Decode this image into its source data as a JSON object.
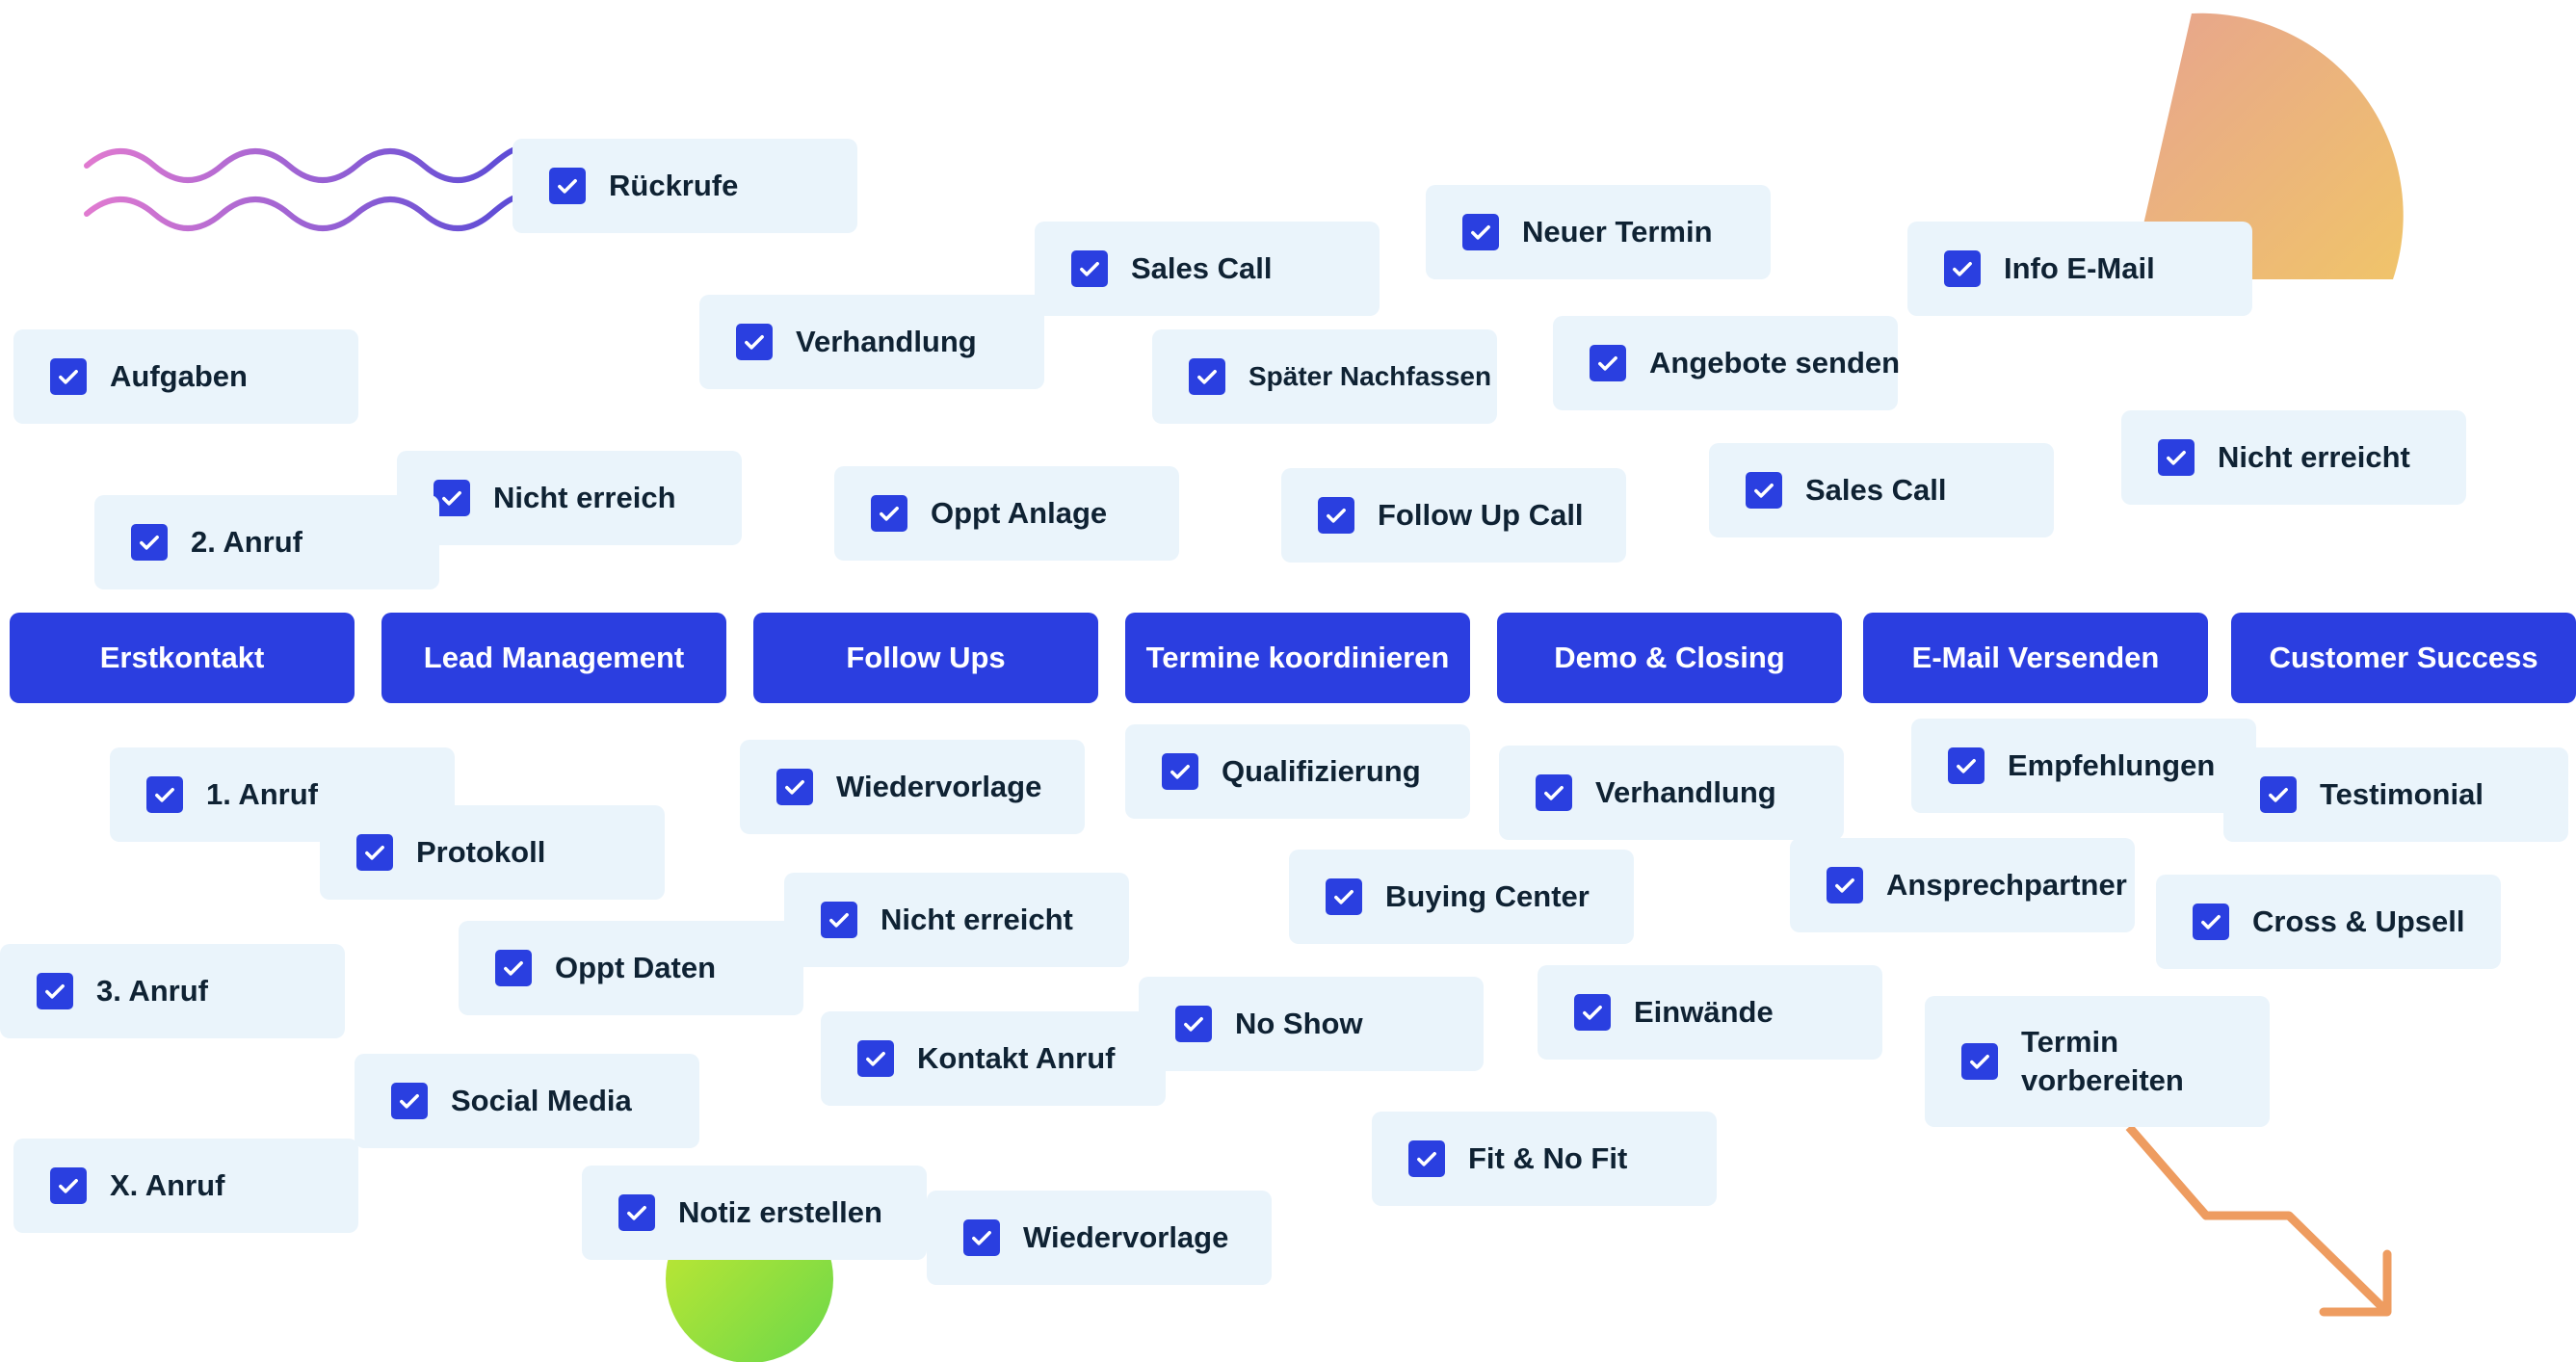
{
  "colors": {
    "stage_bg": "#2b3ee0",
    "stage_text": "#ffffff",
    "chip_bg": "#eaf4fb",
    "chip_text": "#0f2233",
    "checkbox": "#2a3fe0",
    "accent_orange": "#ee9c60",
    "accent_green": "#9be03a",
    "accent_purple": "#8a5fd8"
  },
  "icons": {
    "check": "checkbox-checked-icon"
  },
  "stages": [
    "Erstkontakt",
    "Lead Management",
    "Follow Ups",
    "Termine koordinieren",
    "Demo & Closing",
    "E-Mail Versenden",
    "Customer Success"
  ],
  "tasks": {
    "rueckrufe": "Rückrufe",
    "aufgaben": "Aufgaben",
    "verhandlung_top": "Verhandlung",
    "sales_call_top": "Sales Call",
    "neuer_termin": "Neuer Termin",
    "info_email": "Info E-Mail",
    "spaeter_nachfassen": "Später Nachfassen",
    "angebote_senden": "Angebote senden",
    "nicht_erreicht_right": "Nicht erreicht",
    "nicht_erreich": "Nicht erreich",
    "zweiter_anruf": "2. Anruf",
    "oppt_anlage": "Oppt Anlage",
    "follow_up_call": "Follow Up Call",
    "sales_call_mid": "Sales Call",
    "erster_anruf": "1. Anruf",
    "protokoll": "Protokoll",
    "wiedervorlage_top": "Wiedervorlage",
    "qualifizierung": "Qualifizierung",
    "verhandlung_bottom": "Verhandlung",
    "empfehlungen": "Empfehlungen",
    "testimonial": "Testimonial",
    "ansprechpartner": "Ansprechpartner",
    "buying_center": "Buying Center",
    "nicht_erreicht_mid": "Nicht erreicht",
    "cross_upsell": "Cross & Upsell",
    "dritter_anruf": "3. Anruf",
    "oppt_daten": "Oppt Daten",
    "kontakt_anruf": "Kontakt Anruf",
    "no_show": "No Show",
    "einwaende": "Einwände",
    "termin_vorbereiten": "Termin vorbereiten",
    "social_media": "Social Media",
    "fit_no_fit": "Fit & No Fit",
    "x_anruf": "X. Anruf",
    "notiz_erstellen": "Notiz erstellen",
    "wiedervorlage_bottom": "Wiedervorlage"
  }
}
